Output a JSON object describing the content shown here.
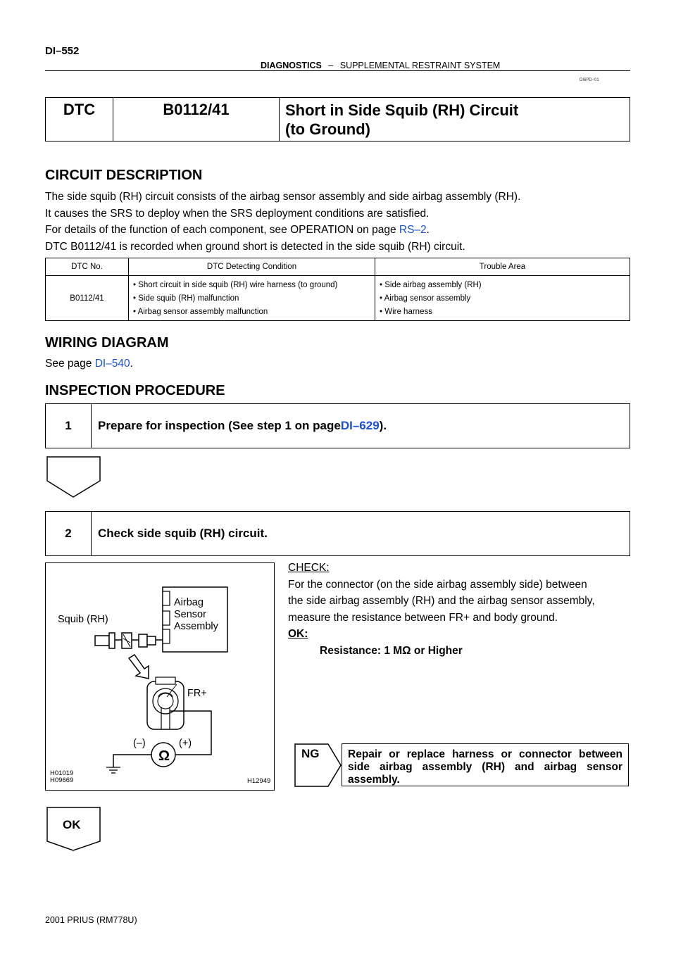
{
  "header": {
    "page_id": "DI–552",
    "section": "DIAGNOSTICS",
    "separator": "–",
    "subsection": "SUPPLEMENTAL RESTRAINT SYSTEM",
    "doc_code": "DI6PD–01"
  },
  "dtc": {
    "label": "DTC",
    "code": "B0112/41",
    "title_line1": "Short in Side Squib (RH) Circuit",
    "title_line2": "(to Ground)"
  },
  "circuit_description": {
    "heading": "CIRCUIT DESCRIPTION",
    "line1": "The side squib (RH) circuit consists of the airbag sensor assembly and side airbag assembly (RH).",
    "line2": "It causes the SRS to deploy when the SRS deployment conditions are satisfied.",
    "line3_prefix": "For details of the function of each component, see OPERATION on page ",
    "line3_link": "RS–2",
    "line3_suffix": ".",
    "line4": "DTC B0112/41 is recorded when ground short is detected in the side squib (RH) circuit."
  },
  "table": {
    "headers": [
      "DTC No.",
      "DTC Detecting Condition",
      "Trouble Area"
    ],
    "dtc_no": "B0112/41",
    "conditions": [
      "• Short circuit in side squib (RH) wire harness (to ground)",
      "• Side squib (RH) malfunction",
      "• Airbag sensor assembly malfunction"
    ],
    "areas": [
      "• Side airbag assembly (RH)",
      "• Airbag sensor assembly",
      "• Wire harness"
    ]
  },
  "wiring": {
    "heading": "WIRING DIAGRAM",
    "prefix": "See page ",
    "link": "DI–540",
    "suffix": "."
  },
  "inspection": {
    "heading": "INSPECTION PROCEDURE",
    "step1": {
      "num": "1",
      "prefix": "Prepare for inspection (See step 1 on page ",
      "link": "DI–629",
      "suffix": ")."
    },
    "step2": {
      "num": "2",
      "text": "Check side squib (RH) circuit."
    }
  },
  "figure": {
    "squib_label": "Squib (RH)",
    "sensor_line1": "Airbag",
    "sensor_line2": "Sensor",
    "sensor_line3": "Assembly",
    "terminal_label": "FR+",
    "minus_label": "(–)",
    "plus_label": "(+)",
    "ohm_symbol": "Ω",
    "ref1": "H01019",
    "ref2": "H09669",
    "ref3": "H12949"
  },
  "check": {
    "check_label": "CHECK:",
    "line1": "For the connector (on the side airbag assembly side) between",
    "line2": "the side airbag assembly (RH) and the airbag sensor assembly,",
    "line3": "measure the resistance between FR+ and body ground.",
    "ok_label": "OK:",
    "spec": "Resistance: 1 MΩ or Higher"
  },
  "ng": {
    "label": "NG",
    "action": "Repair or replace harness or connector between side airbag assembly (RH) and airbag sensor assembly."
  },
  "ok_label": "OK",
  "footer": "2001 PRIUS   (RM778U)"
}
